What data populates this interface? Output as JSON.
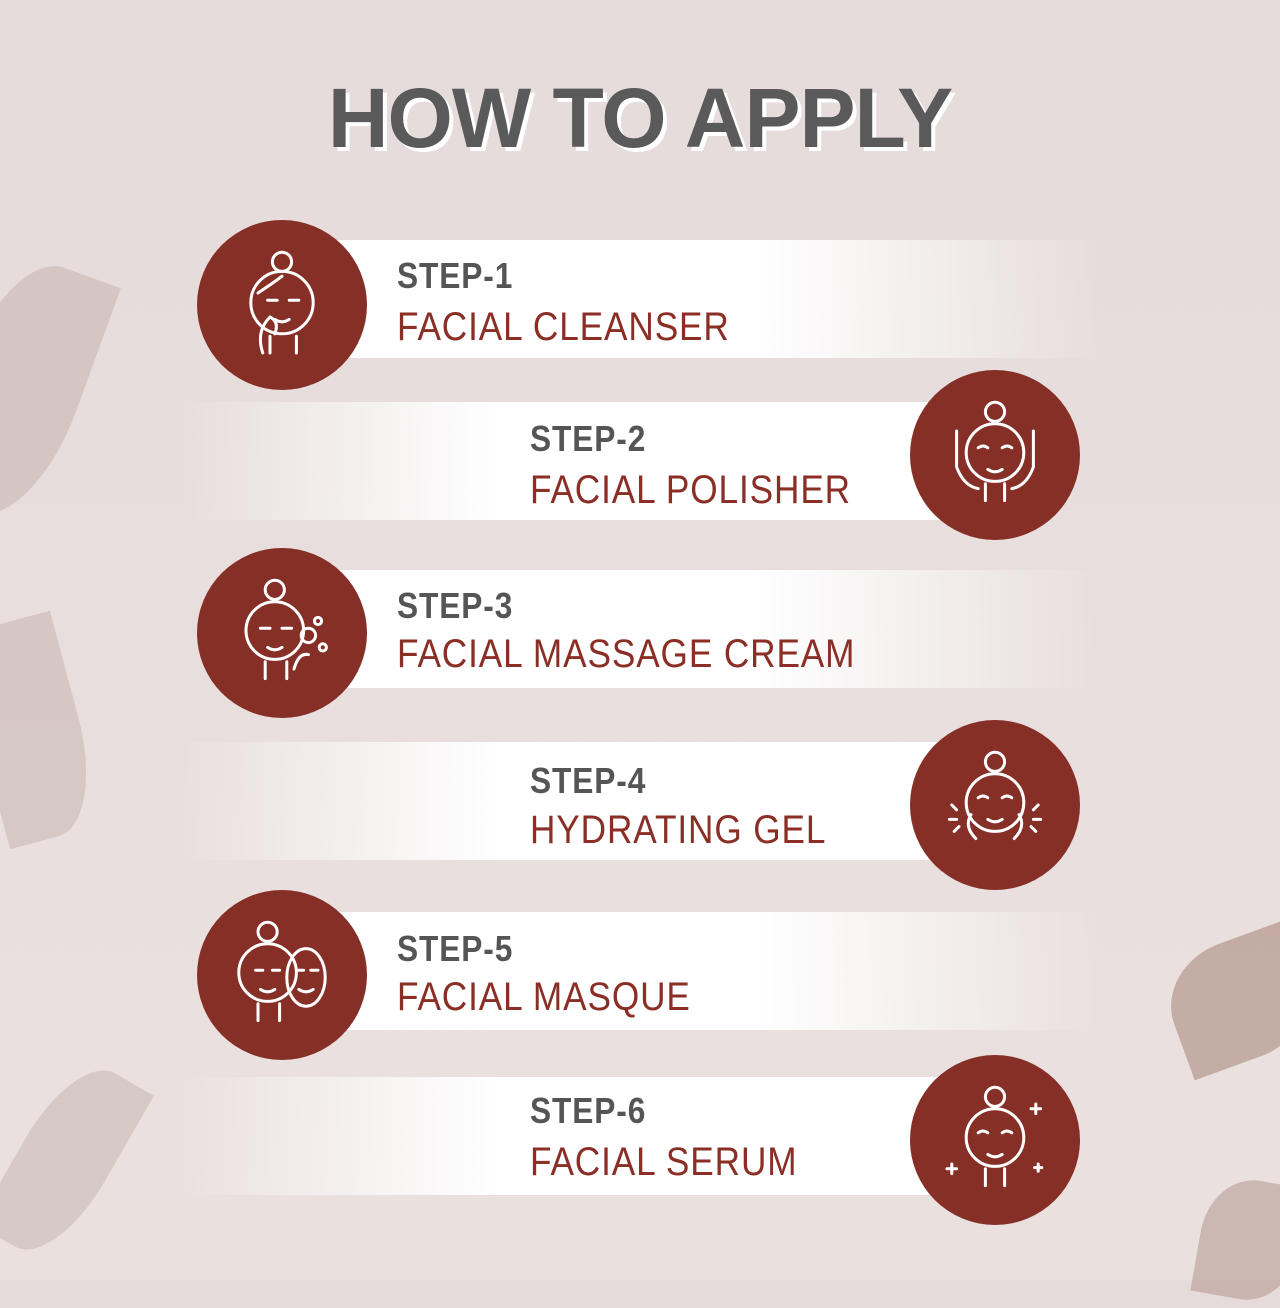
{
  "title": "HOW TO APPLY",
  "colors": {
    "accent": "#862f27",
    "title": "#5a5a5a",
    "label": "#555555",
    "background": "#e7dddc"
  },
  "steps": [
    {
      "label": "STEP-1",
      "name": "FACIAL CLEANSER",
      "icon": "face-cleansing-pad-icon",
      "side": "left"
    },
    {
      "label": "STEP-2",
      "name": "FACIAL POLISHER",
      "icon": "face-massage-hands-icon",
      "side": "right"
    },
    {
      "label": "STEP-3",
      "name": "FACIAL MASSAGE CREAM",
      "icon": "face-foam-bubbles-icon",
      "side": "left"
    },
    {
      "label": "STEP-4",
      "name": "HYDRATING GEL",
      "icon": "face-water-splash-icon",
      "side": "right"
    },
    {
      "label": "STEP-5",
      "name": "FACIAL MASQUE",
      "icon": "face-sheet-mask-icon",
      "side": "left"
    },
    {
      "label": "STEP-6",
      "name": "FACIAL SERUM",
      "icon": "face-sparkle-glow-icon",
      "side": "right"
    }
  ]
}
